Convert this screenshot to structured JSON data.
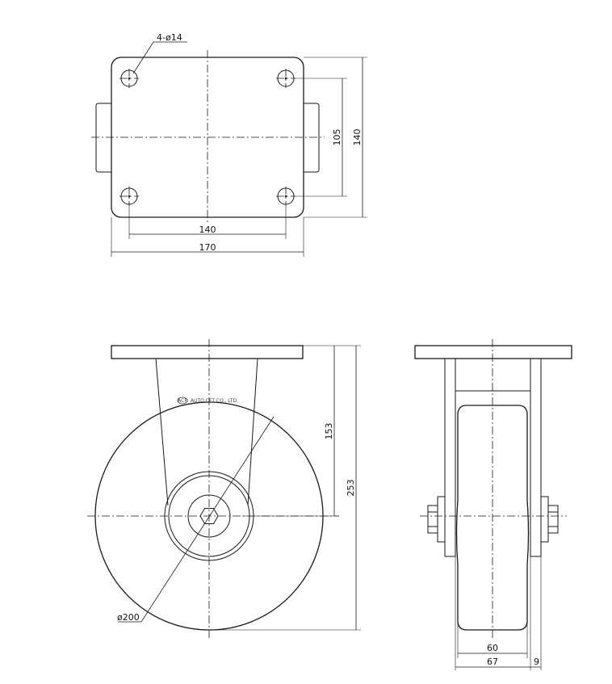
{
  "top_view": {
    "hole_callout": "4-ø14",
    "dim_hole_spacing_y": "105",
    "dim_plate_height": "140",
    "dim_hole_spacing_x": "140",
    "dim_plate_width": "170"
  },
  "front_view": {
    "brand_text": "AUTO CFT CO., LTD.",
    "dim_axle_height": "153",
    "dim_total_height": "253",
    "dim_wheel_diameter": "ø200"
  },
  "side_view": {
    "dim_wheel_width": "60",
    "dim_fork_width": "67",
    "dim_offset": "9"
  }
}
